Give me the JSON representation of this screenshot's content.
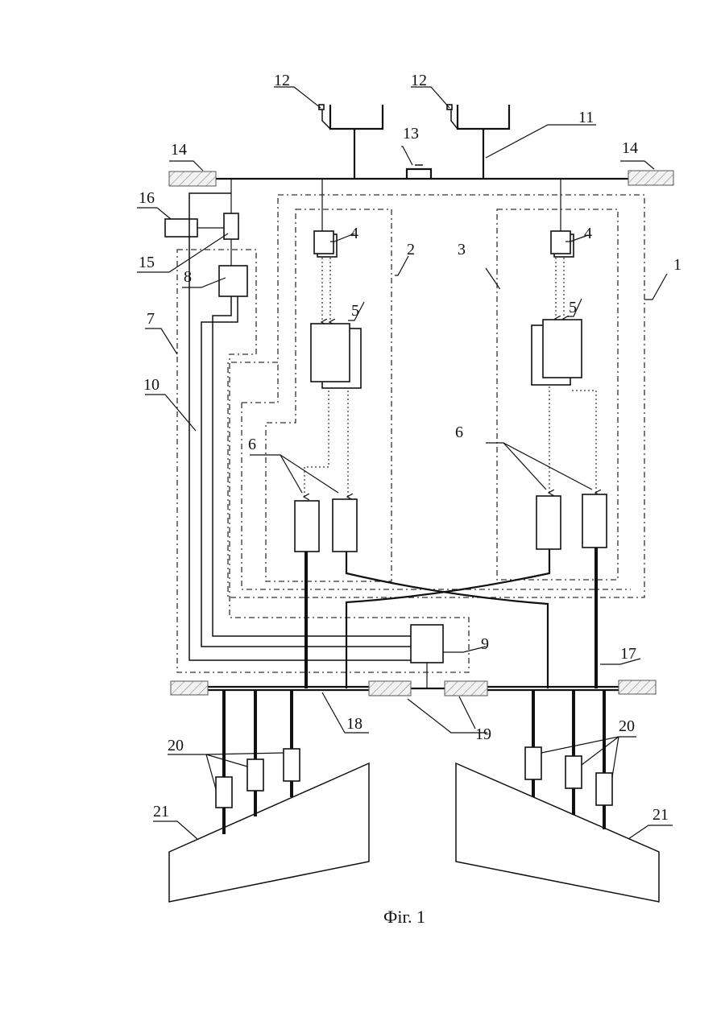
{
  "figure": {
    "caption": "Фіг. 1",
    "labels": {
      "l1": "1",
      "l2": "2",
      "l3": "3",
      "l4a": "4",
      "l4b": "4",
      "l5a": "5",
      "l5b": "5",
      "l6a": "6",
      "l6b": "6",
      "l7": "7",
      "l8": "8",
      "l9": "9",
      "l10": "10",
      "l11": "11",
      "l12a": "12",
      "l12b": "12",
      "l13": "13",
      "l14a": "14",
      "l14b": "14",
      "l15": "15",
      "l16": "16",
      "l17": "17",
      "l18": "18",
      "l19": "19",
      "l20a": "20",
      "l20b": "20",
      "l21a": "21",
      "l21b": "21"
    }
  }
}
